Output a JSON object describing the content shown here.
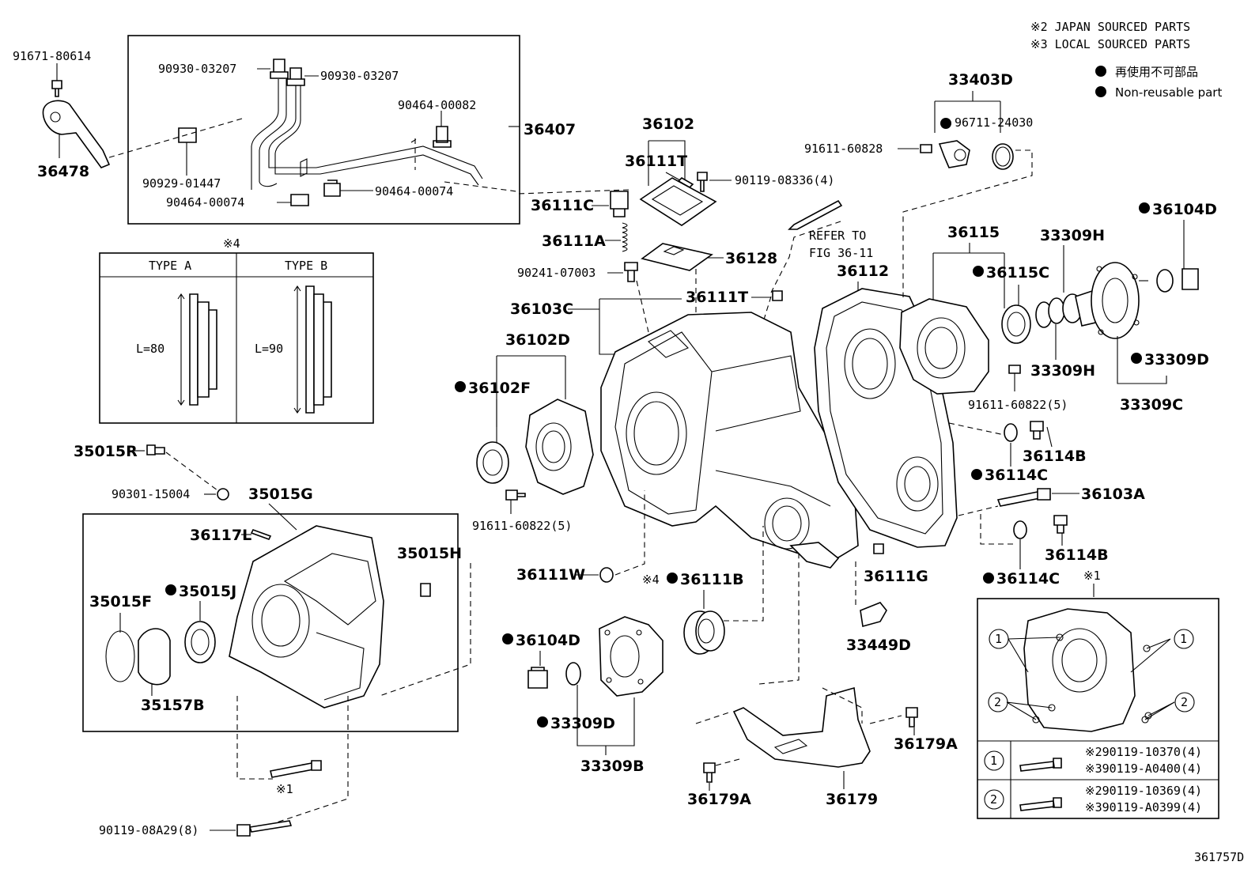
{
  "legend": {
    "japan_sourced": "※2 JAPAN SOURCED PARTS",
    "local_sourced": "※3 LOCAL SOURCED PARTS",
    "non_reusable_jp": "再使用不可部品",
    "non_reusable_en": "Non-reusable part"
  },
  "figure_code": "361757D",
  "callout_boxes": {
    "type_table": {
      "mark": "※4",
      "col_a": "TYPE A",
      "col_b": "TYPE B",
      "len_a": "L=80",
      "len_b": "L=90"
    },
    "bolt_table": {
      "mark": "※1",
      "row1_circle": "1",
      "row1_a": "※290119-10370(4)",
      "row1_b": "※390119-A0400(4)",
      "row2_circle": "2",
      "row2_a": "※290119-10369(4)",
      "row2_b": "※390119-A0399(4)",
      "pos_1": "1",
      "pos_2": "2"
    }
  },
  "labels": {
    "p91671_80614": "91671-80614",
    "p36478": "36478",
    "p90930_03207_a": "90930-03207",
    "p90930_03207_b": "90930-03207",
    "p90464_00082": "90464-00082",
    "p36407": "36407",
    "p90929_01447": "90929-01447",
    "p90464_00074_a": "90464-00074",
    "p90464_00074_b": "90464-00074",
    "p36102": "36102",
    "p36111T_top": "36111T",
    "p90119_08336": "90119-08336(4)",
    "p36111C": "36111C",
    "p36111A": "36111A",
    "p36128": "36128",
    "p90241_07003": "90241-07003",
    "p36111T_mid": "36111T",
    "p36103C": "36103C",
    "p36102D": "36102D",
    "p36102F": "36102F",
    "p91611_60822_a": "91611-60822(5)",
    "refer_1": "REFER TO",
    "refer_2": "FIG 36-11",
    "p36112": "36112",
    "p33403D": "33403D",
    "p96711_24030": "96711-24030",
    "p91611_60828": "91611-60828",
    "p36115": "36115",
    "p36115C": "36115C",
    "p33309H_a": "33309H",
    "p36104D_top": "36104D",
    "p33309H_b": "33309H",
    "p33309D_top": "33309D",
    "p33309C": "33309C",
    "p91611_60822_b": "91611-60822(5)",
    "p36114B_a": "36114B",
    "p36114C_a": "36114C",
    "p36103A": "36103A",
    "p36114B_b": "36114B",
    "p36114C_b": "36114C",
    "p35015R": "35015R",
    "p90301_15004": "90301-15004",
    "p35015G": "35015G",
    "p36117L": "36117L",
    "p35015H": "35015H",
    "p35015F": "35015F",
    "p35015J": "35015J",
    "p35157B": "35157B",
    "p36111W": "36111W",
    "p36111B_mark": "※4",
    "p36111B": "36111B",
    "p36111G": "36111G",
    "p33449D": "33449D",
    "p36104D_bot": "36104D",
    "p33309D_bot": "33309D",
    "p33309B": "33309B",
    "p36179A_a": "36179A",
    "p36179A_b": "36179A",
    "p36179": "36179",
    "p90119_08A29": "90119-08A29(8)",
    "mark_1_bot": "※1"
  }
}
